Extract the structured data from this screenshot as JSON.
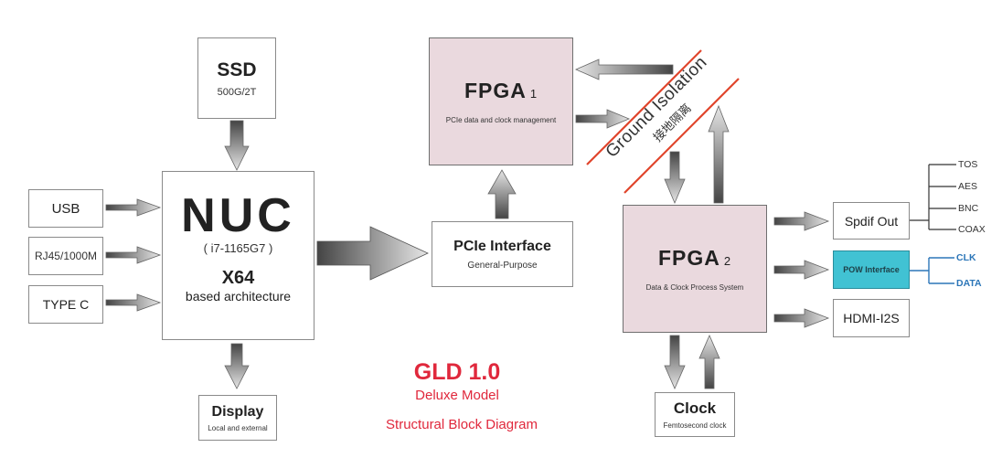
{
  "ssd": {
    "title": "SSD",
    "sub": "500G/2T"
  },
  "nuc": {
    "title": "NUC",
    "cpu": "( i7-1165G7 )",
    "arch_title": "X64",
    "arch_sub": "based architecture"
  },
  "inputs": {
    "usb": "USB",
    "rj45": "RJ45/1000M",
    "typec": "TYPE C"
  },
  "display": {
    "title": "Display",
    "sub": "Local and external"
  },
  "pcie": {
    "title": "PCIe Interface",
    "sub": "General-Purpose"
  },
  "fpga1": {
    "title": "FPGA",
    "num": "1",
    "sub": "PCIe data and clock management"
  },
  "fpga2": {
    "title": "FPGA",
    "num": "2",
    "sub": "Data & Clock Process System"
  },
  "ground": {
    "en": "Ground Isolation",
    "zh": "接地隔离"
  },
  "spdif": {
    "title": "Spdif Out",
    "outputs": [
      "TOS",
      "AES",
      "BNC",
      "COAX"
    ]
  },
  "pow": {
    "title": "POW Interface",
    "outputs": [
      "CLK",
      "DATA"
    ]
  },
  "hdmi": {
    "title": "HDMI-I2S"
  },
  "clock": {
    "title": "Clock",
    "sub": "Femtosecond clock"
  },
  "gld": {
    "title": "GLD 1.0",
    "model": "Deluxe Model",
    "desc": "Structural Block Diagram"
  },
  "colors": {
    "fpga_fill": "#ead9de",
    "pow_fill": "#41c2d3",
    "accent_red": "#e0283c",
    "blue_label": "#2c76b8",
    "arrow_gray": "#777777"
  }
}
